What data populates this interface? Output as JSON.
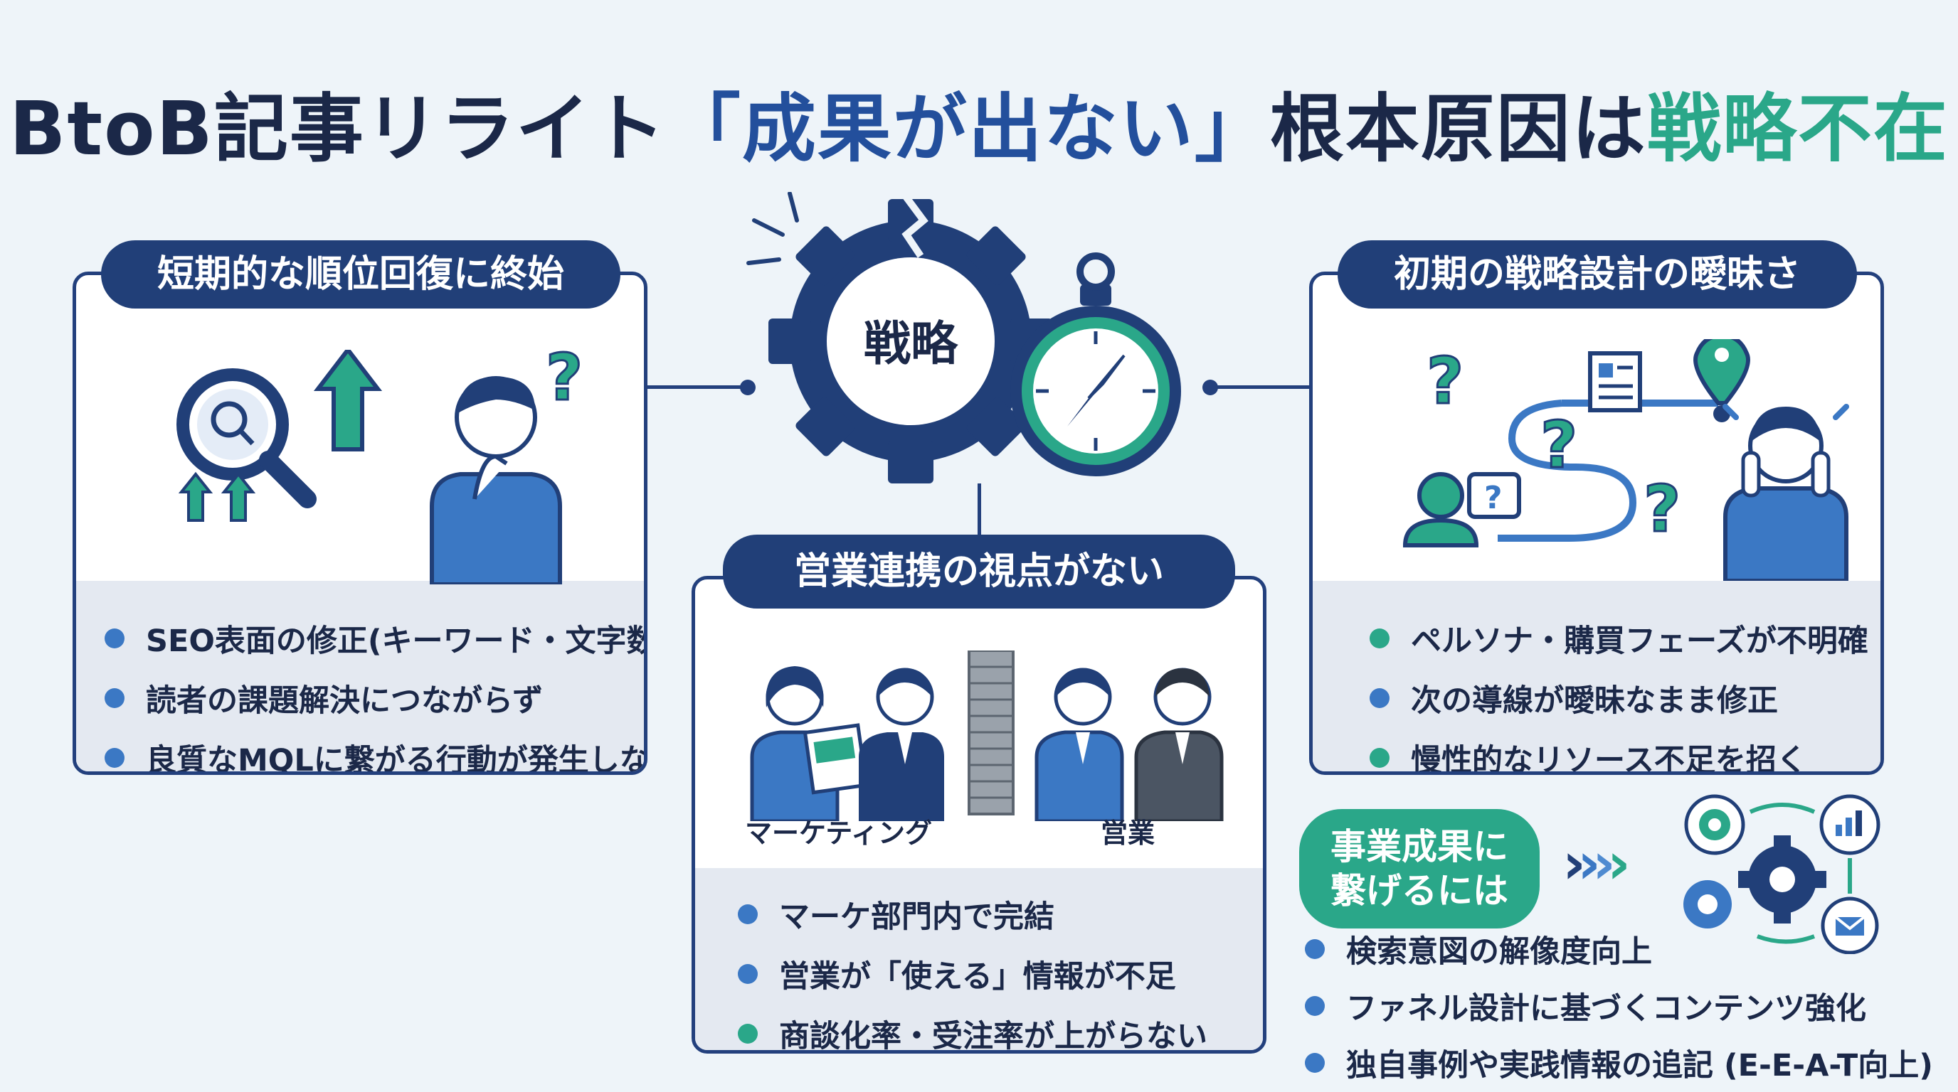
{
  "title": {
    "part1": "BtoB記事リライト",
    "part2": "「成果が出ない」",
    "part3": "根本原因は",
    "part4": "戦略不在"
  },
  "center": {
    "gear_label": "戦略"
  },
  "left_panel": {
    "heading": "短期的な順位回復に終始",
    "bullets": [
      "SEO表面の修正(キーワード・文字数)",
      "読者の課題解決につながらず",
      "良質なMQLに繋がる行動が発生しない"
    ]
  },
  "right_panel": {
    "heading": "初期の戦略設計の曖昧さ",
    "bullets": [
      "ペルソナ・購買フェーズが不明確",
      "次の導線が曖昧なまま修正",
      "慢性的なリソース不足を招く"
    ]
  },
  "middle_panel": {
    "heading": "営業連携の視点がない",
    "label_marketing": "マーケティング",
    "label_sales": "営業",
    "bullets": [
      "マーケ部門内で完結",
      "営業が「使える」情報が不足",
      "商談化率・受注率が上がらない"
    ]
  },
  "solution": {
    "pill_line1": "事業成果に",
    "pill_line2": "繋げるには",
    "arrows": "›››",
    "bullets": [
      "検索意図の解像度向上",
      "ファネル設計に基づくコンテンツ強化",
      "独自事例や実践情報の追記 (E-E-A-T向上)"
    ]
  },
  "colors": {
    "navy": "#213f78",
    "blue": "#3b78c4",
    "green": "#2aa789",
    "background": "#eef4f9"
  },
  "icons": [
    "magnifier-icon",
    "up-arrow-icon",
    "thinking-person-icon",
    "question-mark-icon",
    "gear-icon",
    "compass-icon",
    "document-icon",
    "map-pin-icon",
    "chat-icon",
    "worried-person-icon",
    "businesspeople-icon",
    "brick-wall-icon",
    "chart-icon",
    "mail-icon"
  ]
}
